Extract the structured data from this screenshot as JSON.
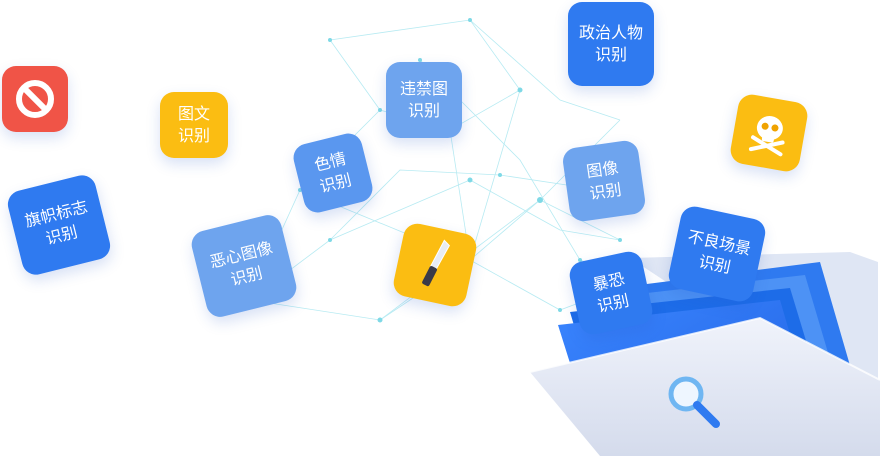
{
  "labels": {
    "political": "政治人物\n识别",
    "prohibited": "违禁图\n识别",
    "image_text": "图文\n识别",
    "flag": "旗帜标志\n识别",
    "porn": "色情\n识别",
    "gross": "恶心图像\n识别",
    "portrait": "图像\n识别",
    "bad_scene": "不良场景\n识别",
    "terror": "暴恐\n识别"
  },
  "icons": {
    "ban": "ban-icon",
    "skull": "skull-crossbones-icon",
    "knife": "knife-icon",
    "search": "magnifier-icon"
  },
  "colors": {
    "blue": "#2f7af0",
    "blue_light": "#5a97ef",
    "yellow": "#fbbd12",
    "red": "#f05447"
  }
}
